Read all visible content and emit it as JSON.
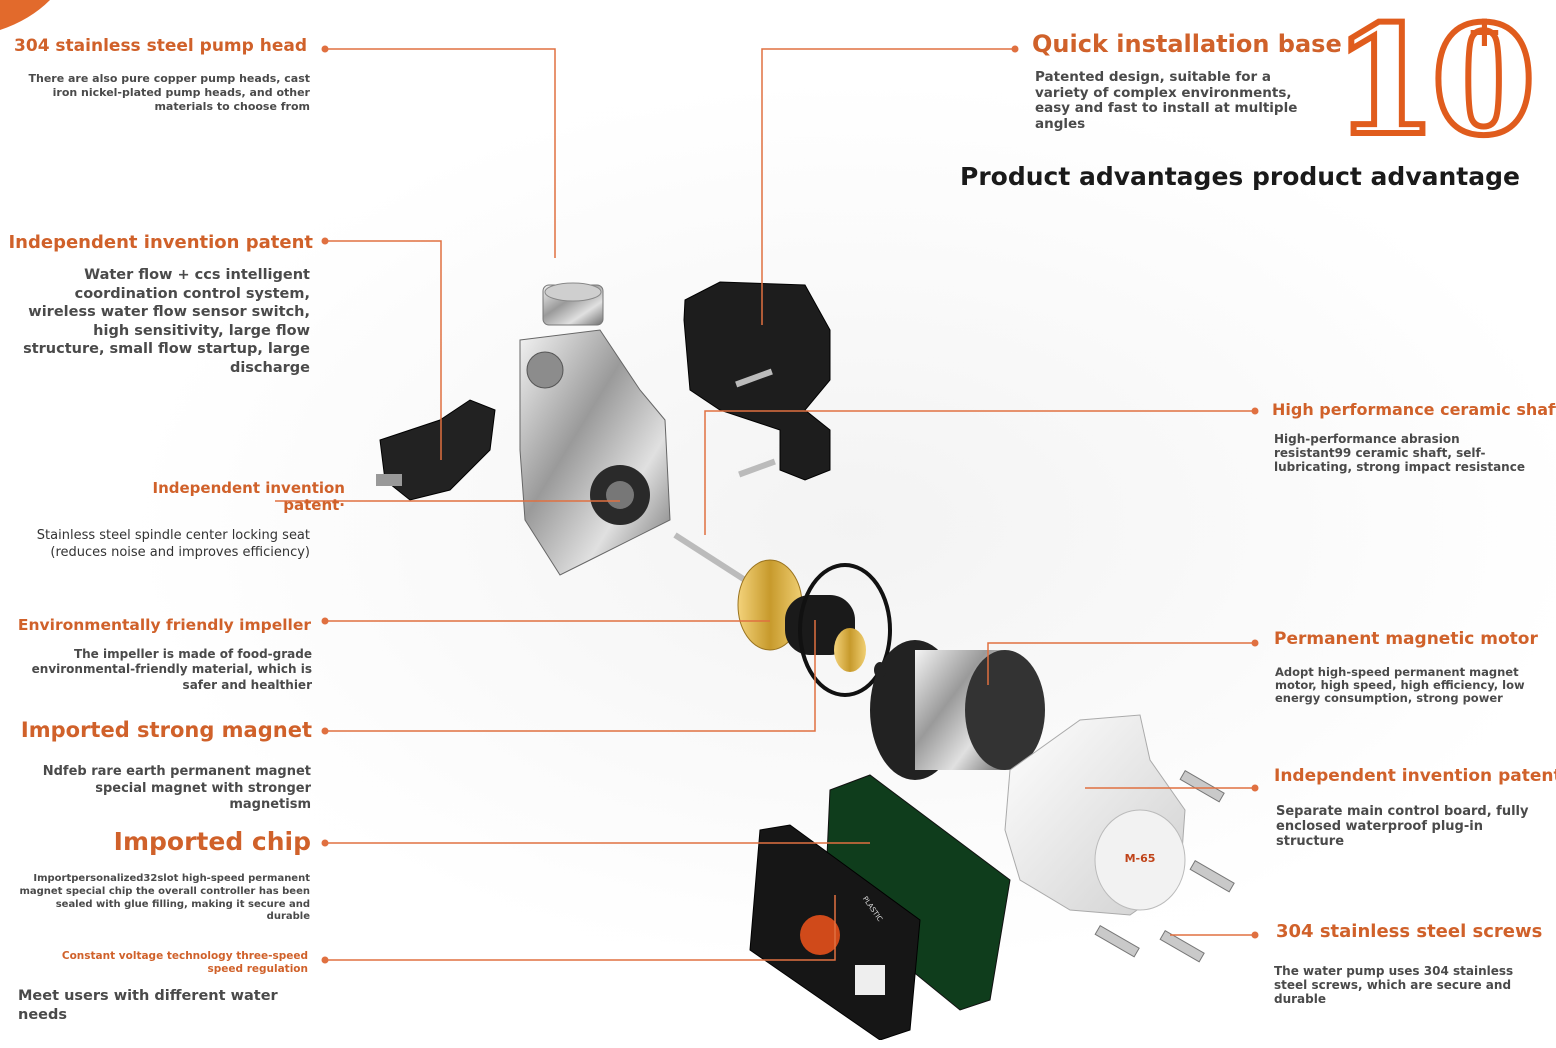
{
  "corner": {
    "color": "#e26a2c"
  },
  "badge": {
    "number": "10",
    "plus": "+"
  },
  "headline": "Product advantages product advantage",
  "accent_color": "#d0612a",
  "callouts": [
    {
      "id": "pump-head",
      "title": "304 stainless steel pump head",
      "desc": "There are also pure copper pump heads, cast iron nickel-plated pump heads, and other materials to choose from"
    },
    {
      "id": "patent-left-1",
      "title": "Independent invention patent",
      "desc": "Water flow + ccs intelligent coordination control system, wireless water flow sensor switch, high sensitivity, large flow structure, small flow startup, large discharge"
    },
    {
      "id": "patent-left-2",
      "title": "Independent invention patent·",
      "desc": "Stainless steel spindle center locking seat (reduces noise and improves efficiency)"
    },
    {
      "id": "impeller",
      "title": "Environmentally friendly impeller",
      "desc": "The impeller is made of food-grade environmental-friendly material, which is safer and healthier"
    },
    {
      "id": "magnet",
      "title": "Imported strong magnet",
      "desc": "Ndfeb rare earth permanent magnet special magnet with stronger magnetism"
    },
    {
      "id": "chip",
      "title": "Imported chip",
      "desc": "Importpersonalized32slot high-speed permanent magnet special chip the overall controller has been sealed with glue filling, making it secure and durable"
    },
    {
      "id": "voltage",
      "title": "Constant voltage technology three-speed speed regulation",
      "desc": "Meet users with different water needs"
    },
    {
      "id": "install-base",
      "title": "Quick installation base",
      "desc": "Patented design, suitable for a variety of complex environments, easy and fast to install at multiple angles"
    },
    {
      "id": "ceramic-shaft",
      "title": "High performance ceramic shaft",
      "desc": "High-performance abrasion resistant99 ceramic shaft, self-lubricating, strong impact resistance"
    },
    {
      "id": "motor",
      "title": "Permanent magnetic motor",
      "desc": "Adopt high-speed permanent magnet motor, high speed, high efficiency, low energy consumption, strong power"
    },
    {
      "id": "patent-right",
      "title": "Independent invention patent",
      "desc": "Separate main control board, fully enclosed waterproof plug-in structure"
    },
    {
      "id": "screws",
      "title": "304 stainless steel screws",
      "desc": "The water pump uses 304 stainless steel screws, which are secure and durable"
    }
  ],
  "product_labels": {
    "motor_label": "M-65",
    "controller_brand": "PLASTIC"
  }
}
